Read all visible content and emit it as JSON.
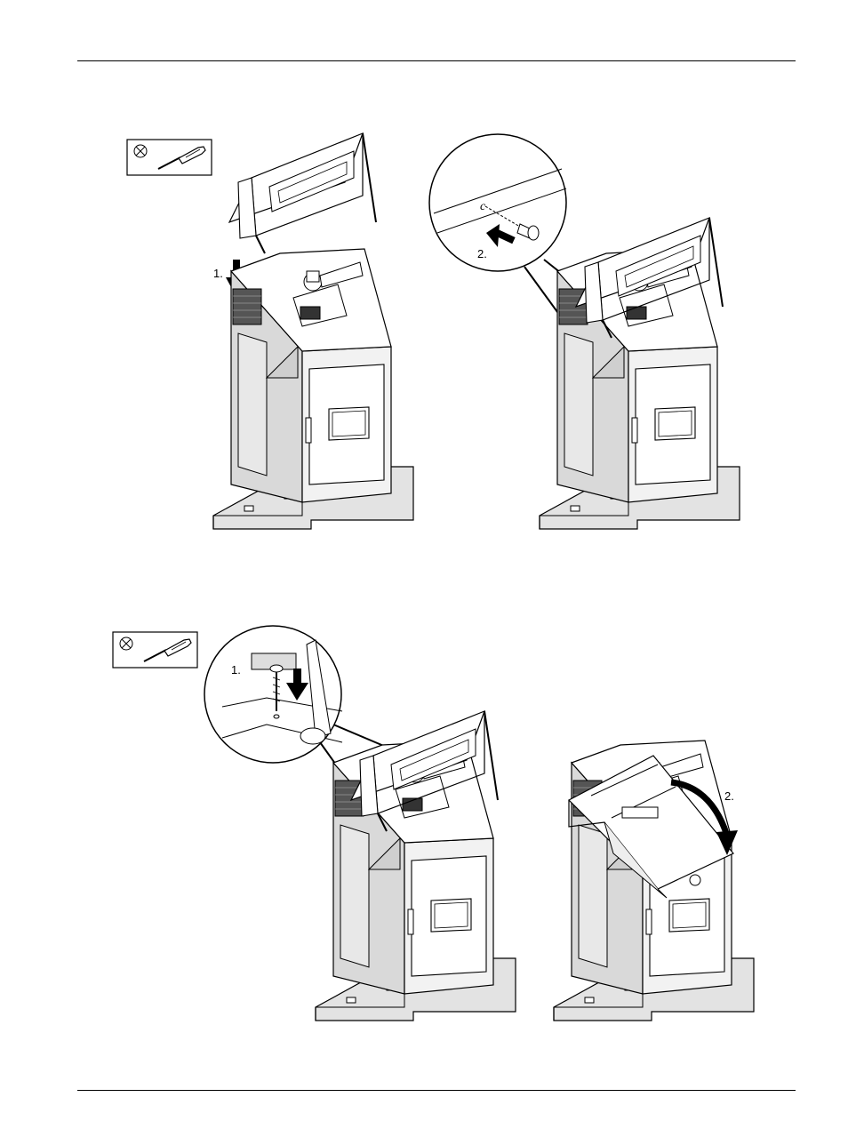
{
  "page": {
    "figure_top": {
      "tool_box": {
        "icon": "phillips-screwdriver-icon",
        "symbol": "phillips-cross-icon"
      },
      "step_1": "1.",
      "step_2": "2."
    },
    "figure_bottom": {
      "tool_box": {
        "icon": "phillips-screwdriver-icon",
        "symbol": "phillips-cross-icon"
      },
      "step_1": "1.",
      "step_2": "2."
    }
  },
  "colors": {
    "line": "#000000",
    "cabinet_shade": "#d9d9d9",
    "base_shade": "#e3e3e3",
    "background": "#ffffff"
  }
}
